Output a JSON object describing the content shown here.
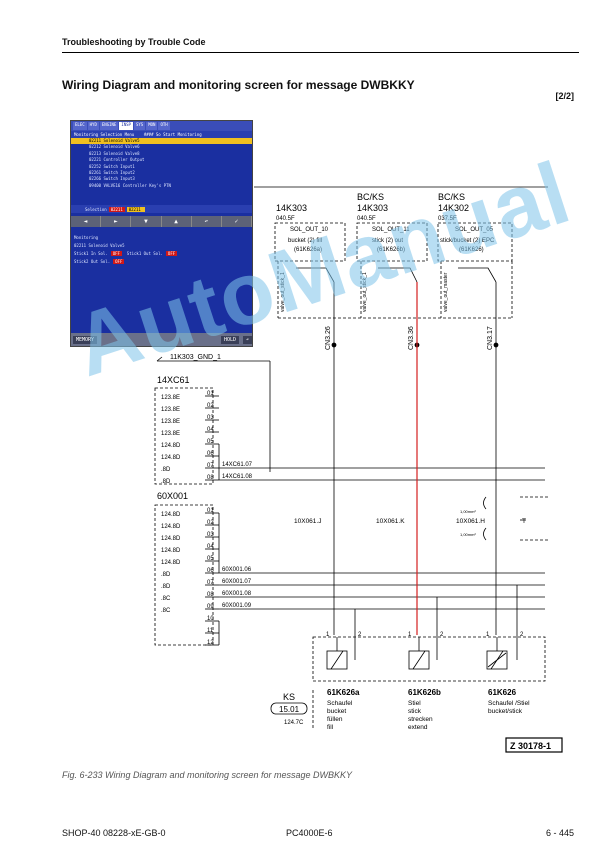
{
  "header": {
    "running_title": "Troubleshooting by Trouble Code"
  },
  "title": "Wiring Diagram and monitoring screen for message DWBKKY",
  "page_indicator": "[2/2]",
  "monitor": {
    "tabs": [
      "ELEC",
      "HYD",
      "ENGINE",
      "INSP",
      "SYS",
      "MON",
      "OTH"
    ],
    "header_left": "Monitoring Selection Menu",
    "header_right": "#### So Start Monitoring",
    "rows": [
      "02211 Solenoid Valve5",
      "02212 Solenoid Valve6",
      "02213 Solenoid Valve8",
      "02221 Controller Output",
      "02252 Switch Input1",
      "02261 Switch Input2",
      "02266 Switch Input3",
      "09400 VALVE16 Controller Key's PTN"
    ],
    "selection_label": "Selection",
    "selection_value": "02211",
    "selection_value2": "02211",
    "keys": [
      "◄",
      "►",
      "▼",
      "▲",
      "↶",
      "✓"
    ],
    "mon2_title": "Monitoring",
    "mon2_line1": "02211 Solenoid Valve5",
    "mon2_line2a": "Stick1 In Sol.",
    "mon2_line2b": "Stick1 Out Sol.",
    "mon2_line3": "Stick2 Out Sol.",
    "off": "OFF",
    "memory": "MEMORY",
    "hold": "HOLD"
  },
  "diagram": {
    "groups": [
      {
        "tag": "",
        "module": "14K303",
        "sub": "040.5F",
        "signal": "SOL_OUT_10",
        "desc1": "bucket (2) fill",
        "desc2": "(61K626a)",
        "conn": "CN3.26",
        "side": "valve_out_stick_1"
      },
      {
        "tag": "BC/KS",
        "module": "14K303",
        "sub": "040.5F",
        "signal": "SOL_OUT_11",
        "desc1": "stick (2) out",
        "desc2": "(61K626b)",
        "conn": "CN3.36",
        "side": "valve_out_stick_1"
      },
      {
        "tag": "BC/KS",
        "module": "14K302",
        "sub": "037.5F",
        "signal": "SOL_OUT_05",
        "desc1": "stick/bucket (2) EPC",
        "desc2": "(61K626)",
        "conn": "CN3.17",
        "side": "valve_out_master"
      }
    ],
    "gnd_label": "11K303_GND_1",
    "block1": "14XC61",
    "block1_levels": [
      "123.8E",
      "123.8E",
      "123.8E",
      "123.8E",
      "124.8D",
      "124.8D",
      ".8D",
      ".8D"
    ],
    "block1_pins": [
      "01",
      "02",
      "03",
      "04",
      "05",
      "06",
      "07",
      "08"
    ],
    "block1_wires": [
      "14XC61.07",
      "14XC61.08"
    ],
    "block2": "60X001",
    "block2_levels": [
      "124.8D",
      "124.8D",
      "124.8D",
      "124.8D",
      "124.8D",
      ".8D",
      ".8D",
      ".8C",
      ".8C"
    ],
    "block2_pins": [
      "01",
      "02",
      "03",
      "04",
      "05",
      "06",
      "07",
      "08",
      "09",
      "10",
      "11",
      "12"
    ],
    "block2_wires": [
      "60X001.06",
      "60X001.07",
      "60X001.08",
      "60X001.09"
    ],
    "mid_labels": [
      "10X061.J",
      "10X061.K",
      "10X061.H"
    ],
    "t_label": "T",
    "small_label": "1,00mm²",
    "ks": "KS",
    "ks_ref": "15.01",
    "ks_sub": "124.7C",
    "valves": [
      {
        "id": "61K626a",
        "l1": "Schaufel",
        "l2": "bucket",
        "l3": "füllen",
        "l4": "fill"
      },
      {
        "id": "61K626b",
        "l1": "Stiel",
        "l2": "stick",
        "l3": "strecken",
        "l4": "extend"
      },
      {
        "id": "61K626",
        "l1": "Schaufel /Stiel",
        "l2": "bucket/stick",
        "l3": "",
        "l4": ""
      }
    ],
    "pin1": "1",
    "pin2": "2",
    "ref_box": "Z 30178-1"
  },
  "watermark": "AutoManual",
  "caption": "Fig. 6-233     Wiring Diagram and monitoring screen for message DWBKKY",
  "footer": {
    "left": "SHOP-40 08228-xE-GB-0",
    "center": "PC4000E-6",
    "right": "6  -  445"
  },
  "colors": {
    "monitor_bg": "#1a2fa0",
    "highlight": "#f0c020",
    "alarm": "#d01818",
    "red_wire": "#d42020",
    "watermark": "#7fc4ea"
  }
}
